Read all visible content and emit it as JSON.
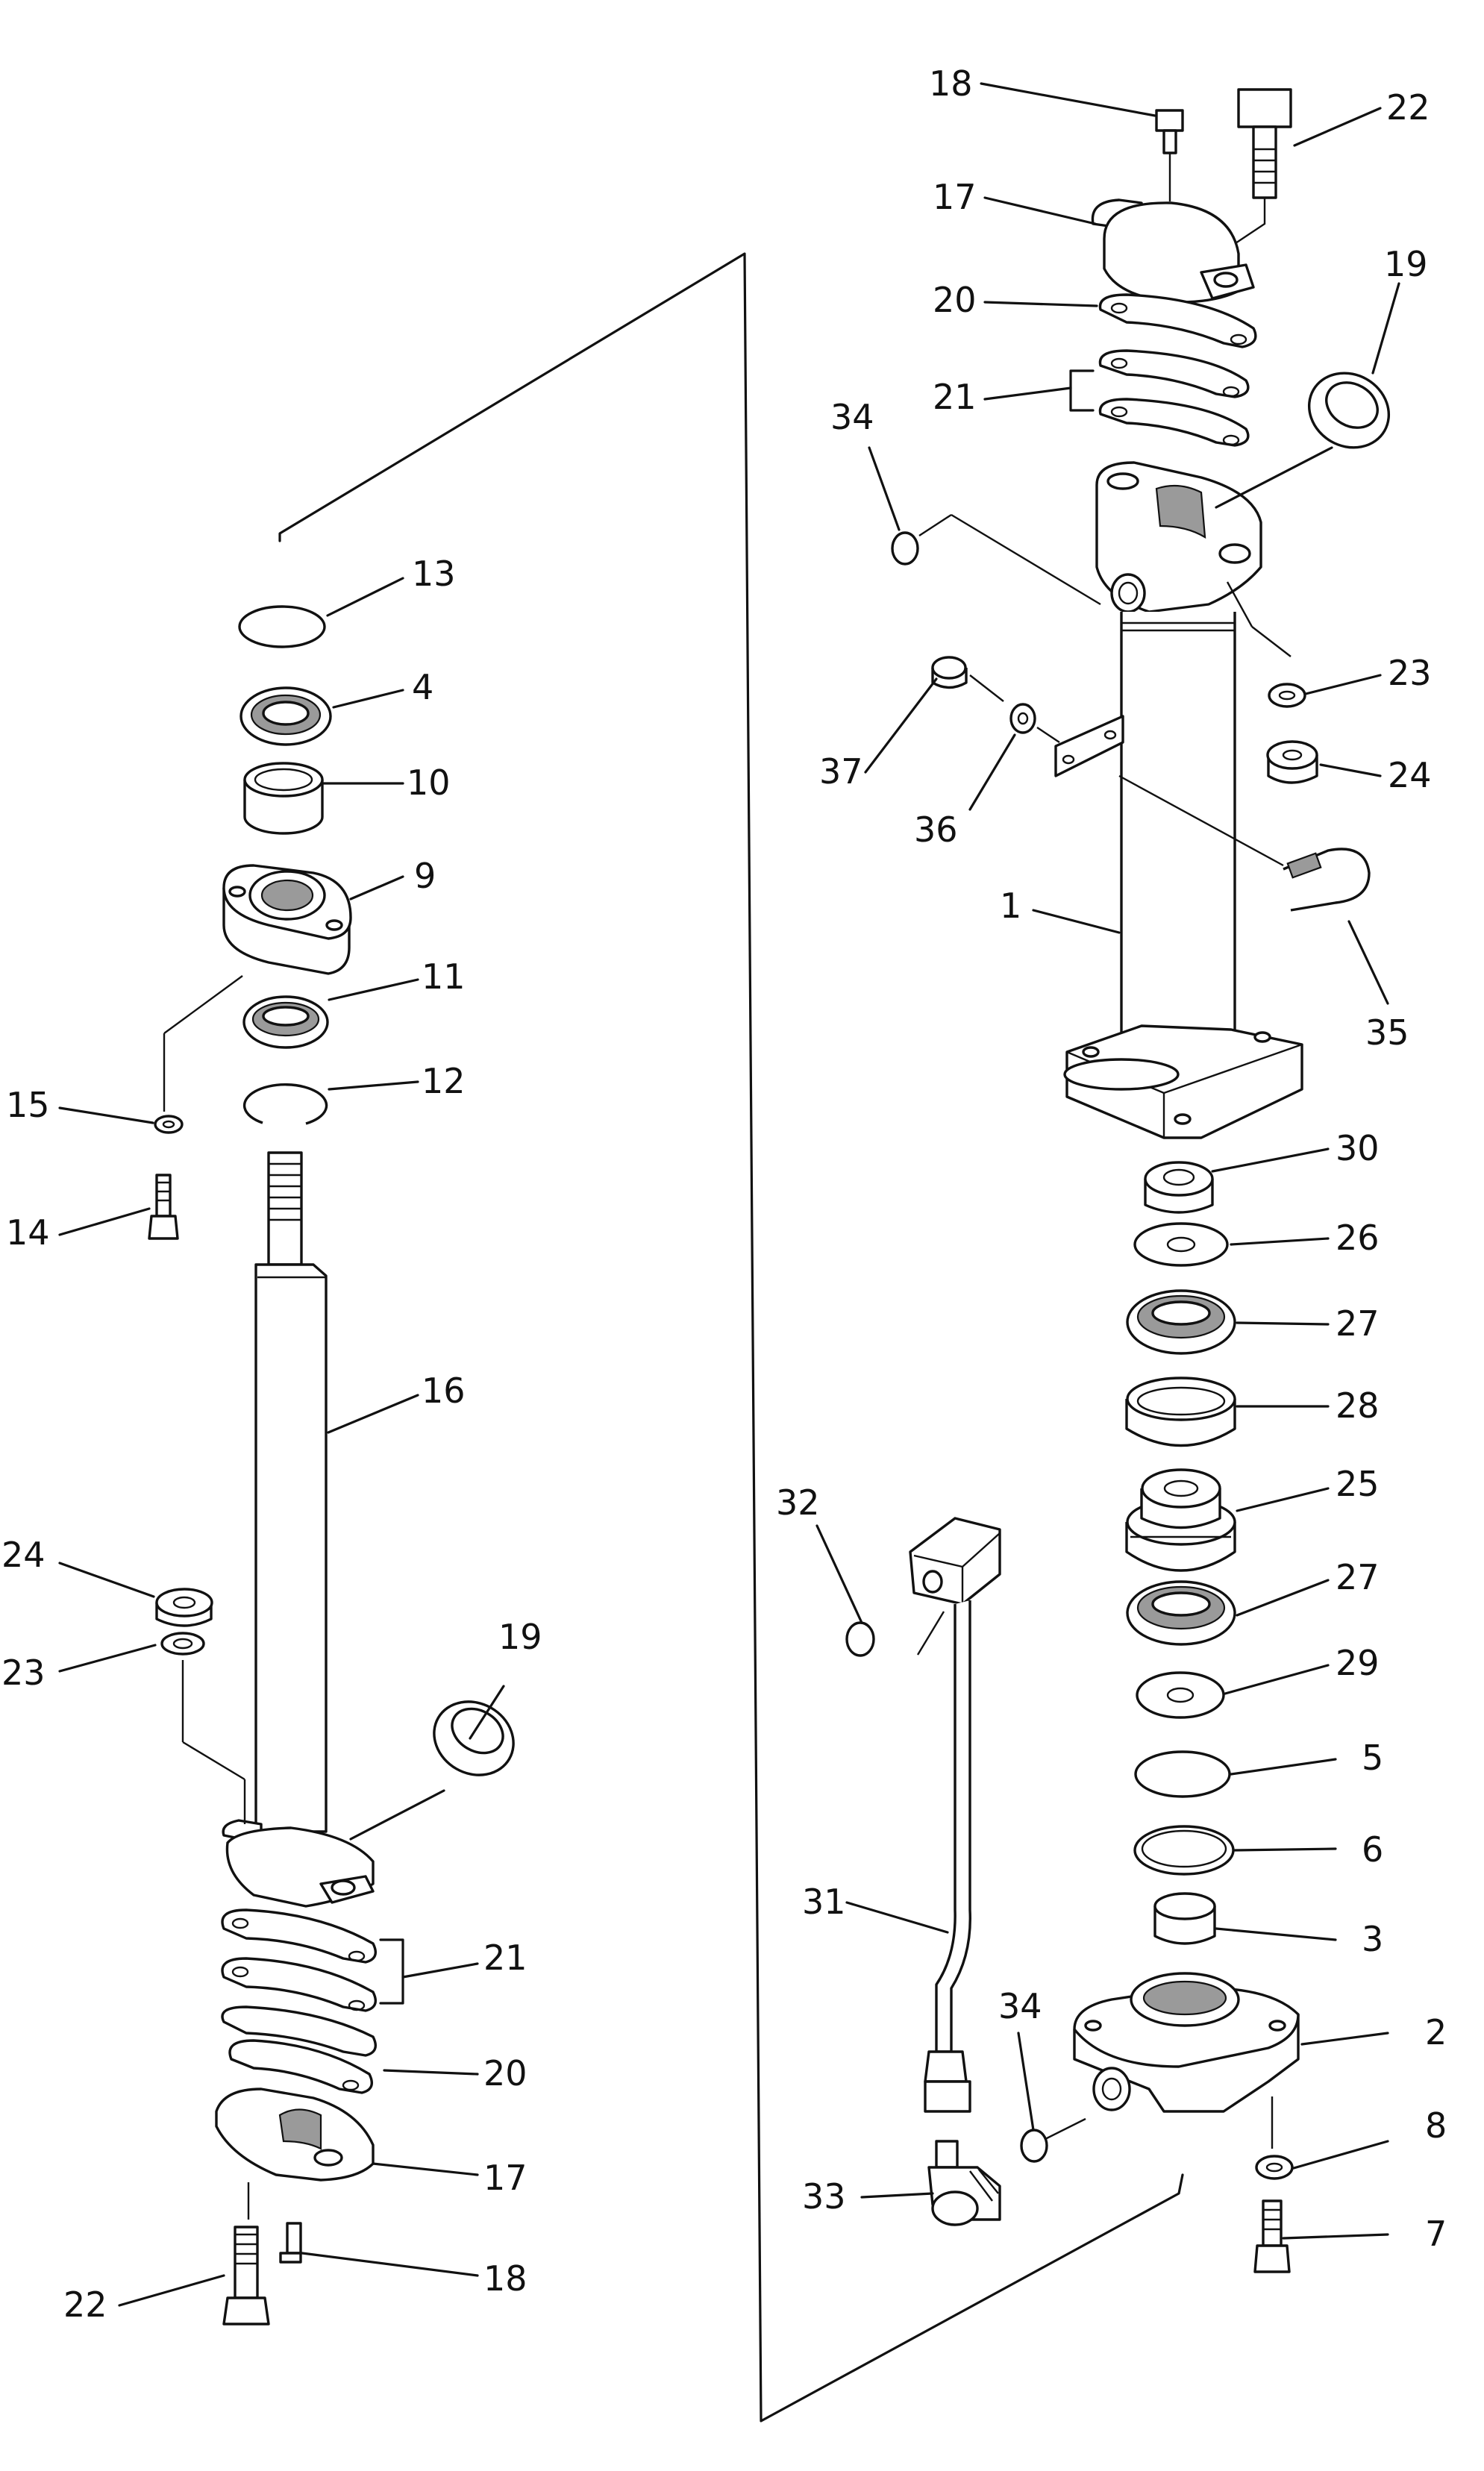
{
  "diagram": {
    "callouts": [
      {
        "id": "L13",
        "text": "13"
      },
      {
        "id": "L4",
        "text": "4"
      },
      {
        "id": "L10",
        "text": "10"
      },
      {
        "id": "L9",
        "text": "9"
      },
      {
        "id": "L11",
        "text": "11"
      },
      {
        "id": "L12",
        "text": "12"
      },
      {
        "id": "L15",
        "text": "15"
      },
      {
        "id": "L14",
        "text": "14"
      },
      {
        "id": "L16",
        "text": "16"
      },
      {
        "id": "L24a",
        "text": "24"
      },
      {
        "id": "L23a",
        "text": "23"
      },
      {
        "id": "L19a",
        "text": "19"
      },
      {
        "id": "L21a",
        "text": "21"
      },
      {
        "id": "L20a",
        "text": "20"
      },
      {
        "id": "L17a",
        "text": "17"
      },
      {
        "id": "L22a",
        "text": "22"
      },
      {
        "id": "L18a",
        "text": "18"
      },
      {
        "id": "L18b",
        "text": "18"
      },
      {
        "id": "L22b",
        "text": "22"
      },
      {
        "id": "L17b",
        "text": "17"
      },
      {
        "id": "L19b",
        "text": "19"
      },
      {
        "id": "L20b",
        "text": "20"
      },
      {
        "id": "L21b",
        "text": "21"
      },
      {
        "id": "L34a",
        "text": "34"
      },
      {
        "id": "L23b",
        "text": "23"
      },
      {
        "id": "L24b",
        "text": "24"
      },
      {
        "id": "L37",
        "text": "37"
      },
      {
        "id": "L36",
        "text": "36"
      },
      {
        "id": "L1",
        "text": "1"
      },
      {
        "id": "L35",
        "text": "35"
      },
      {
        "id": "L30",
        "text": "30"
      },
      {
        "id": "L26",
        "text": "26"
      },
      {
        "id": "L27a",
        "text": "27"
      },
      {
        "id": "L28",
        "text": "28"
      },
      {
        "id": "L25",
        "text": "25"
      },
      {
        "id": "L27b",
        "text": "27"
      },
      {
        "id": "L29",
        "text": "29"
      },
      {
        "id": "L5",
        "text": "5"
      },
      {
        "id": "L6",
        "text": "6"
      },
      {
        "id": "L3",
        "text": "3"
      },
      {
        "id": "L2",
        "text": "2"
      },
      {
        "id": "L8",
        "text": "8"
      },
      {
        "id": "L7",
        "text": "7"
      },
      {
        "id": "L32",
        "text": "32"
      },
      {
        "id": "L31",
        "text": "31"
      },
      {
        "id": "L34b",
        "text": "34"
      },
      {
        "id": "L33",
        "text": "33"
      }
    ]
  }
}
